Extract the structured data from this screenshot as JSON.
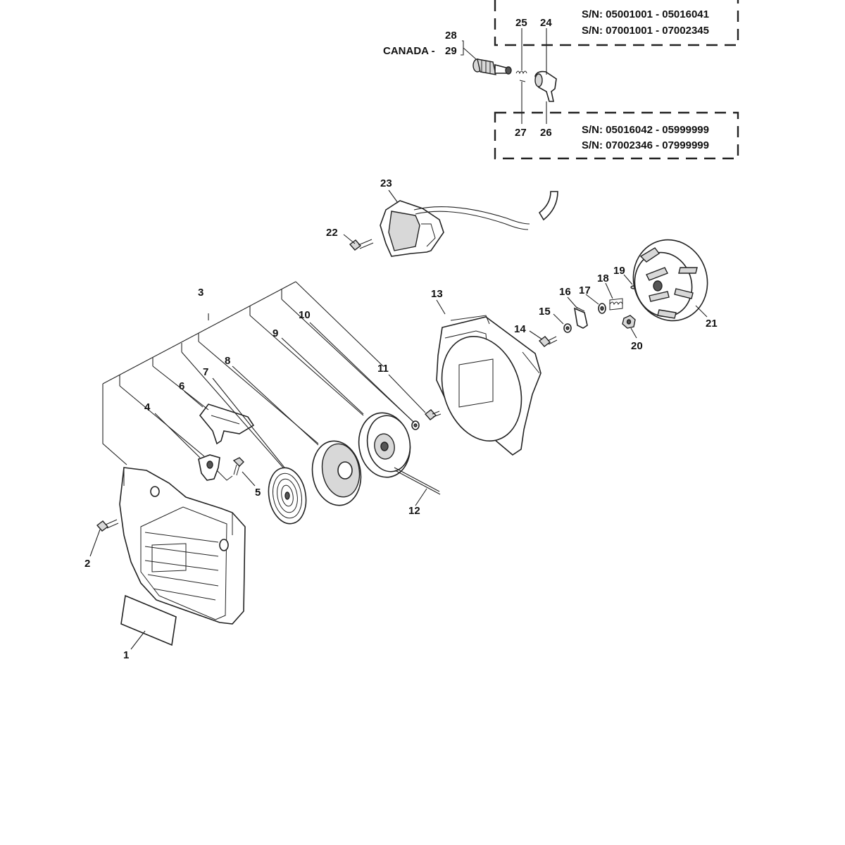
{
  "boxes": {
    "top": {
      "line1": "S/N: 05001001 - 05016041",
      "line2": "S/N: 07001001 - 07002345"
    },
    "bottom": {
      "line1": "S/N: 05016042 - 05999999",
      "line2": "S/N: 07002346 - 07999999"
    }
  },
  "canada_label": "CANADA -",
  "callouts": {
    "c1": "1",
    "c2": "2",
    "c3": "3",
    "c4": "4",
    "c5": "5",
    "c6": "6",
    "c7": "7",
    "c8": "8",
    "c9": "9",
    "c10": "10",
    "c11": "11",
    "c12": "12",
    "c13": "13",
    "c14": "14",
    "c15": "15",
    "c16": "16",
    "c17": "17",
    "c18": "18",
    "c19": "19",
    "c20": "20",
    "c21": "21",
    "c22": "22",
    "c23": "23",
    "c24": "24",
    "c25": "25",
    "c26": "26",
    "c27": "27",
    "c28": "28",
    "c29": "29"
  }
}
